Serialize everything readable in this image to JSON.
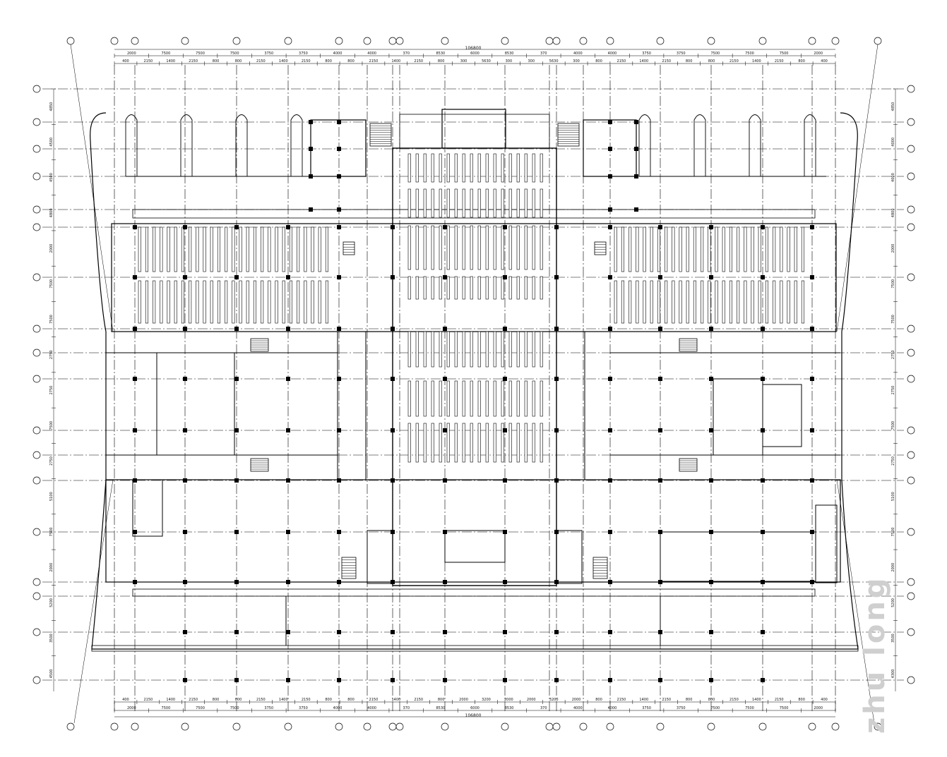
{
  "drawing": {
    "type": "architectural-floor-plan",
    "line_color": "#000000",
    "background": "#ffffff",
    "column_color": "#000000",
    "watermark_color": "#cfcfcf"
  },
  "dimensions": {
    "total_top": "106800",
    "total_bottom": "106800",
    "top_row_1": [
      "2000",
      "7500",
      "7500",
      "7500",
      "3750",
      "3750",
      "4000",
      "4000",
      "370",
      "8530",
      "6000",
      "8530",
      "370",
      "4000",
      "4000",
      "3750",
      "3750",
      "7500",
      "7500",
      "7500",
      "2000"
    ],
    "top_row_2": [
      "400",
      "2150",
      "1400",
      "2150",
      "800",
      "800",
      "2150",
      "1400",
      "2150",
      "800",
      "800",
      "2150",
      "1400",
      "2150",
      "800",
      "300",
      "5630",
      "300",
      "300",
      "5630",
      "300",
      "800",
      "2150",
      "1400",
      "2150",
      "800",
      "800",
      "2150",
      "1400",
      "2150",
      "800",
      "400"
    ],
    "bottom_row_1": [
      "2000",
      "7500",
      "7500",
      "7500",
      "3750",
      "3750",
      "4000",
      "4000",
      "370",
      "8530",
      "6000",
      "8530",
      "370",
      "4000",
      "4000",
      "3750",
      "3750",
      "7500",
      "7500",
      "7500",
      "2000"
    ],
    "bottom_row_2": [
      "400",
      "2150",
      "1400",
      "2150",
      "800",
      "800",
      "2150",
      "1400",
      "2150",
      "800",
      "800",
      "2150",
      "1400",
      "2150",
      "800",
      "2000",
      "3200",
      "2000",
      "2000",
      "3200",
      "2000",
      "800",
      "2150",
      "1400",
      "2150",
      "800",
      "800",
      "2150",
      "1400",
      "2150",
      "800",
      "400"
    ],
    "left_side": [
      "4850",
      "4500",
      "4500",
      "4800",
      "2000",
      "7500",
      "7500",
      "2750",
      "2750",
      "7500",
      "2750",
      "5100",
      "7500",
      "2000",
      "5200",
      "3500",
      "4500"
    ],
    "right_side": [
      "4850",
      "4000",
      "4000",
      "4800",
      "2000",
      "7500",
      "7500",
      "2750",
      "2750",
      "7500",
      "2750",
      "5100",
      "7500",
      "2000",
      "5200",
      "3500",
      "4300"
    ]
  },
  "watermark": {
    "text": "zhu long"
  }
}
